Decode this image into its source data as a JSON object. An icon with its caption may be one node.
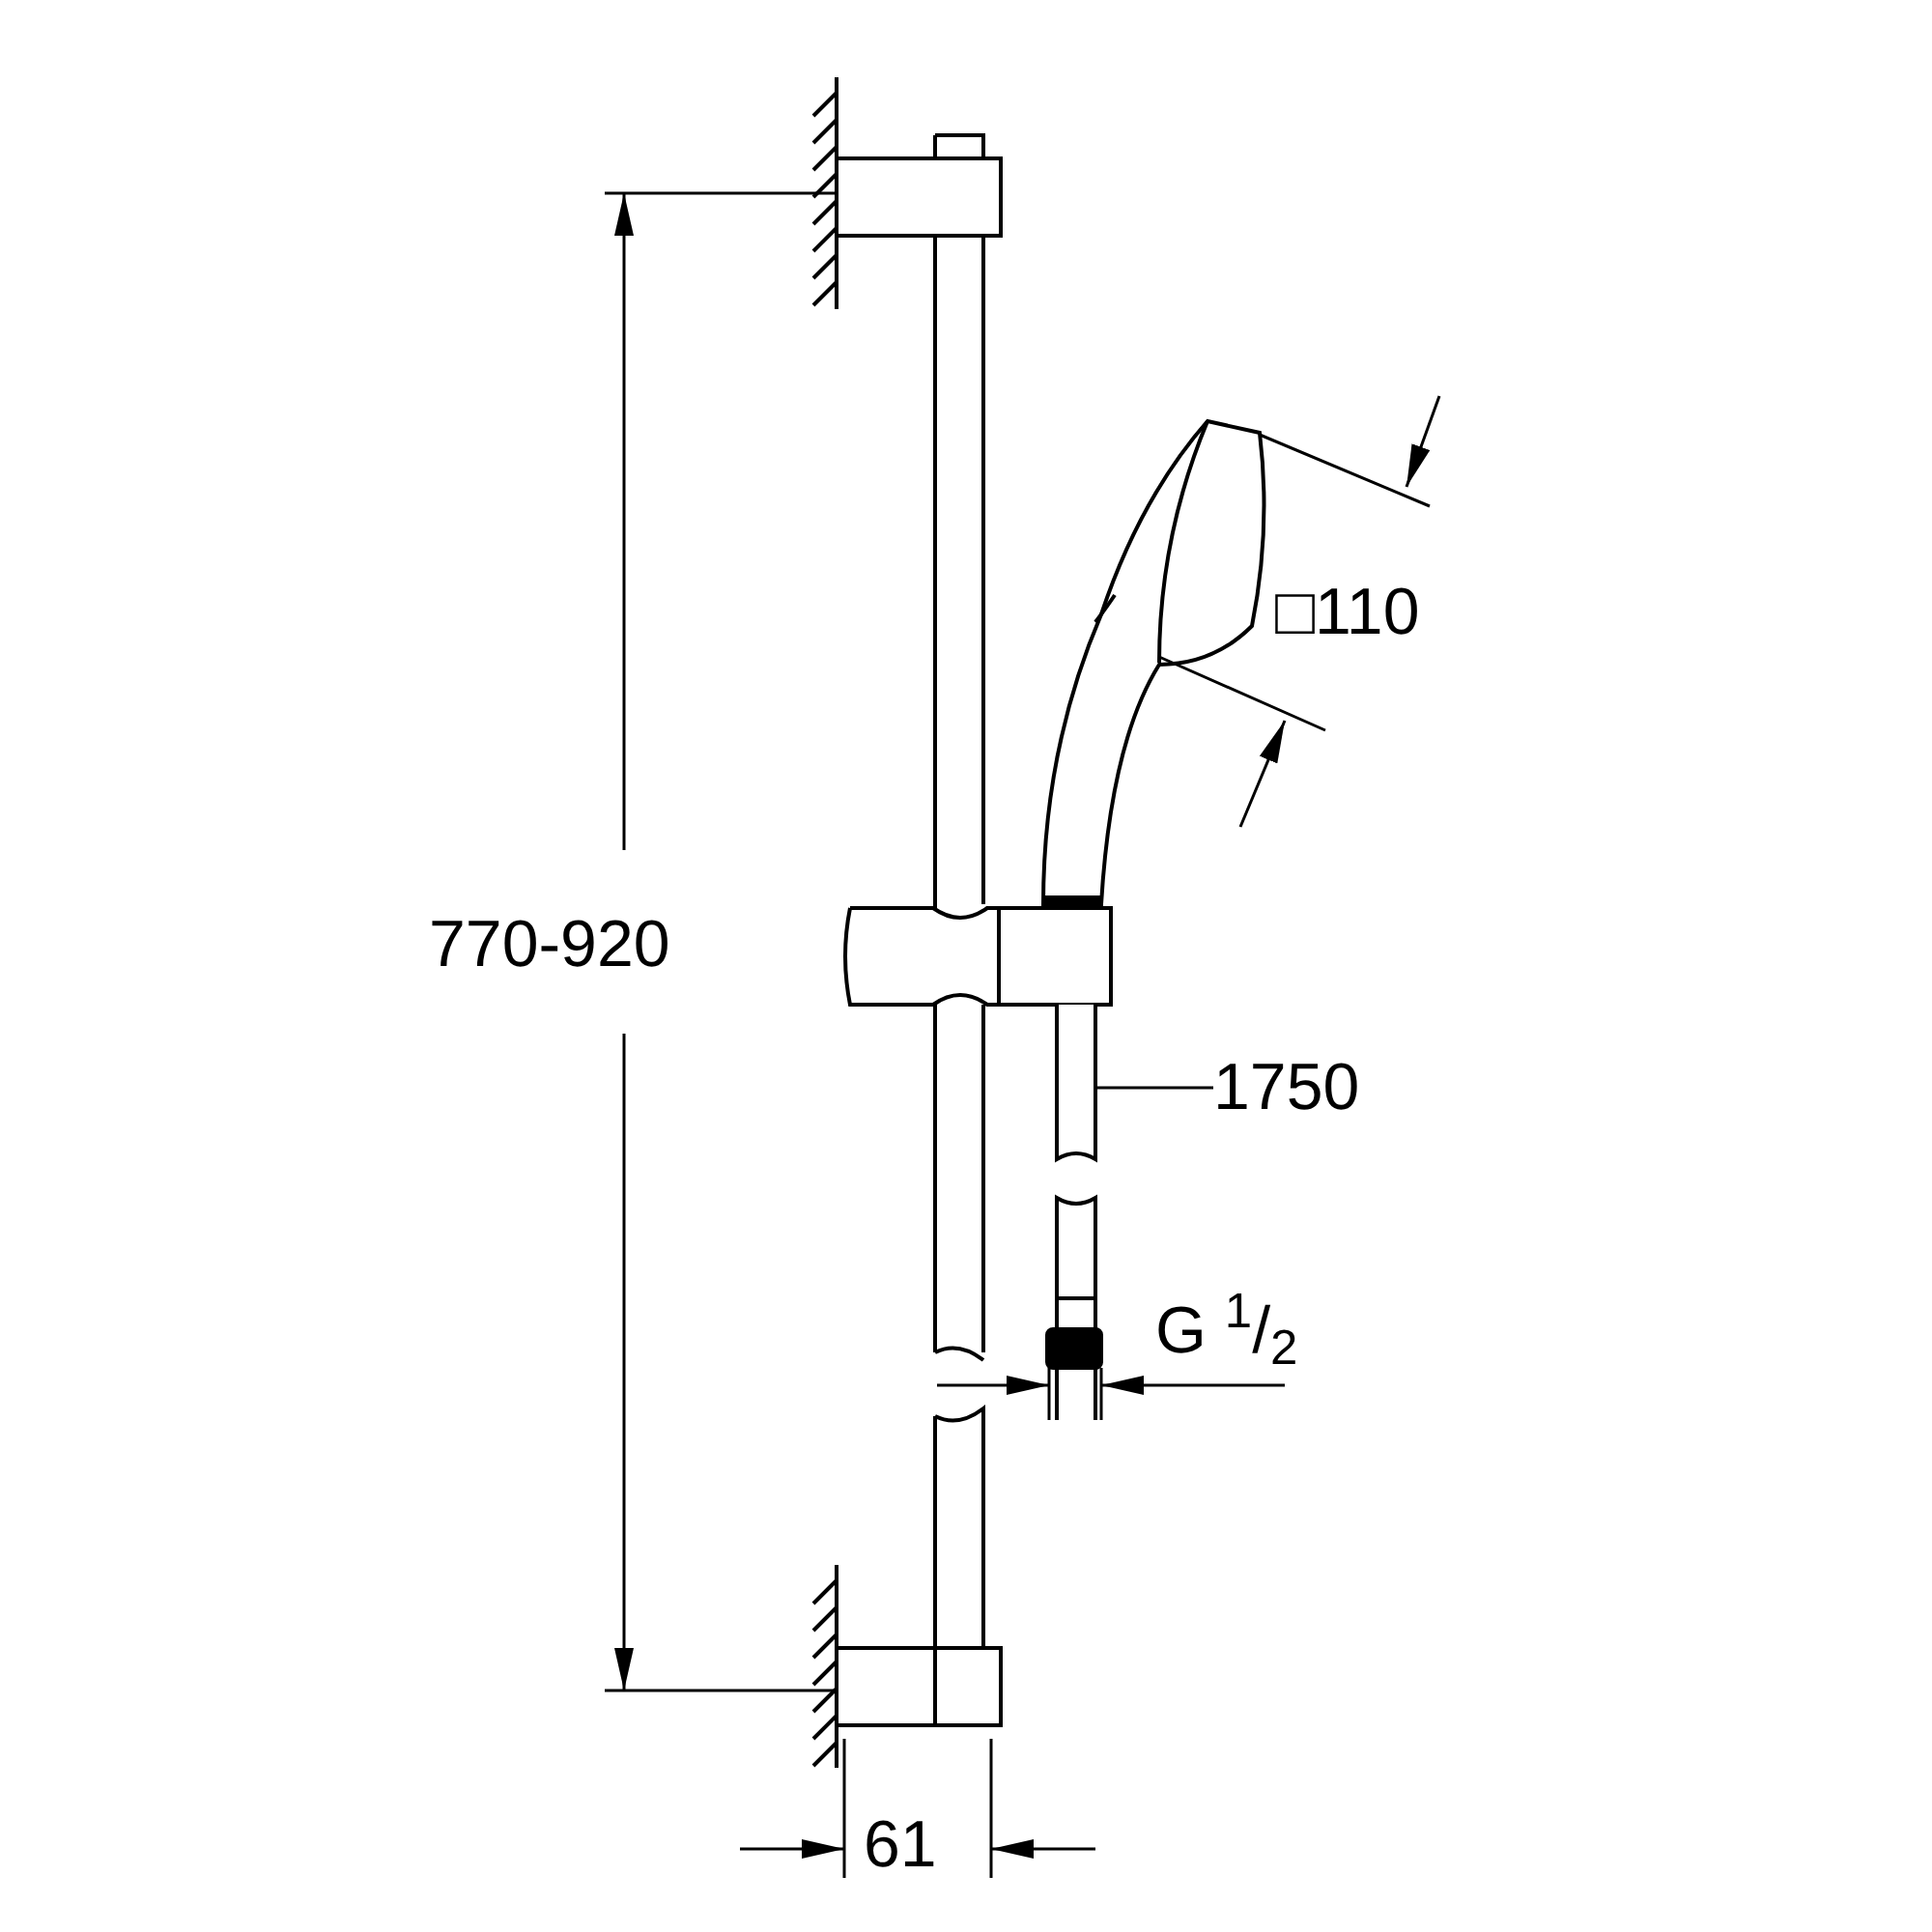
{
  "diagram": {
    "nodes": [
      {
        "text": [
          "1750"
        ]
      },
      {
        "text": [],
        "shape": "picture"
      }
    ],
    "edges": [
      {
        "from": 0,
        "to": 1,
        "arrow": "none"
      }
    ],
    "labels": [
      "□110",
      "770-920",
      "G $^{1}$/$_{2}$",
      "61"
    ]
  }
}
